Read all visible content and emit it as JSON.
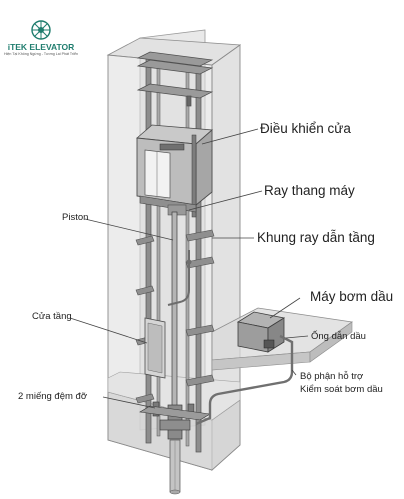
{
  "brand": {
    "name": "iTEK ELEVATOR",
    "tagline": "Hiện Tại Không Ngừng - Tương Lai Phát Triển",
    "color": "#1f7d6e"
  },
  "labels": {
    "door_operator": "Điều khiển cửa",
    "guide_rail": "Ray thang máy",
    "rail_bracket": "Khung ray dẫn tầng",
    "oil_pump": "Máy bơm dầu",
    "oil_pipe": "Ống dẫn dầu",
    "pump_control_1": "Bộ phận hỗ trợ",
    "pump_control_2": "Kiểm soát bơm dầu",
    "piston": "Piston",
    "landing_door": "Cửa tầng",
    "buffers": "2 miếng đệm đỡ"
  }
}
